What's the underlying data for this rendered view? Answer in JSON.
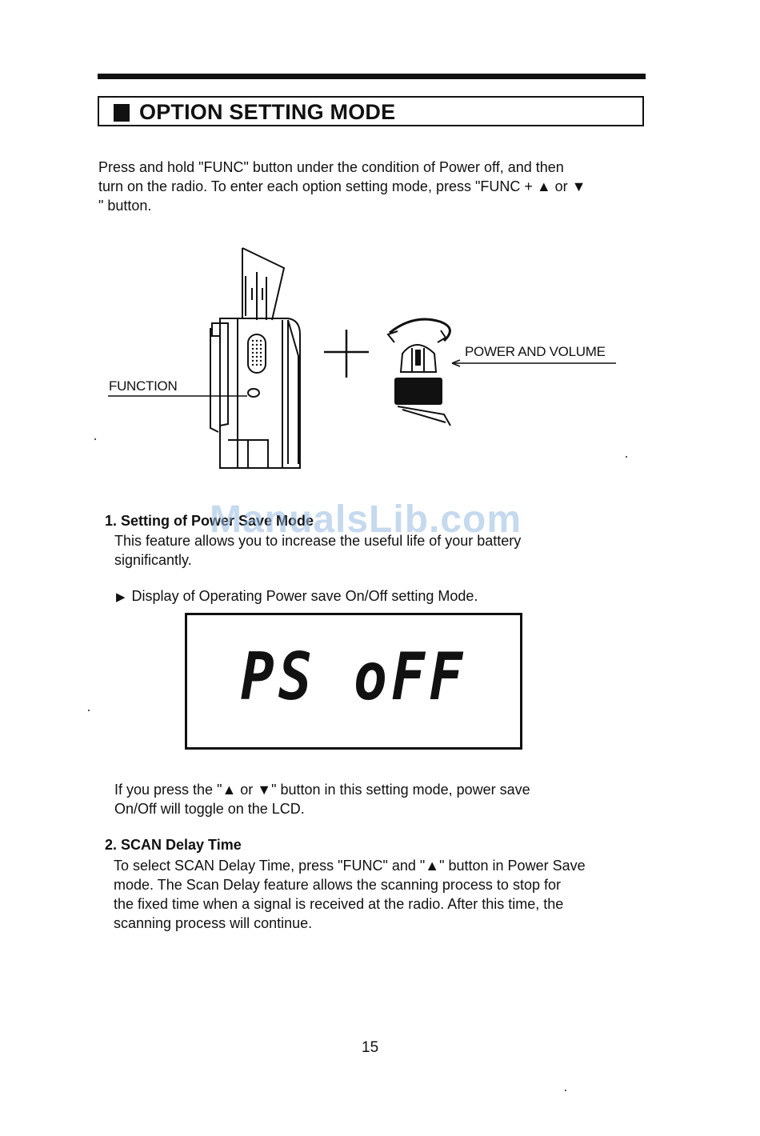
{
  "title": "OPTION SETTING MODE",
  "intro_lines": [
    "Press and hold \"FUNC\" button under the condition of Power off, and then",
    "turn on the radio. To enter each option setting mode, press \"FUNC + ▲ or ▼",
    "\" button."
  ],
  "diagram": {
    "function_label": "FUNCTION",
    "power_volume_label": "POWER AND VOLUME",
    "plus_symbol": "+"
  },
  "watermark": "ManualsLib.com",
  "section1": {
    "heading": "1. Setting of Power Save Mode",
    "body_lines": [
      "This feature allows you to increase the useful life of your battery",
      "significantly."
    ],
    "bullet_arrow": "▶",
    "bullet": "Display of Operating Power save On/Off setting Mode.",
    "lcd_text": "PS oFF",
    "after_lines": [
      "If you press the \"▲ or ▼\" button in this setting mode, power save",
      "On/Off will toggle on the LCD."
    ]
  },
  "section2": {
    "heading": "2. SCAN Delay Time",
    "body_lines": [
      "To select SCAN Delay Time, press \"FUNC\" and \"▲\" button in Power Save",
      "mode. The Scan Delay feature allows the scanning process to stop for",
      "the fixed time when a signal is received at the radio. After this time, the",
      "scanning process will continue."
    ]
  },
  "page_number": "15"
}
